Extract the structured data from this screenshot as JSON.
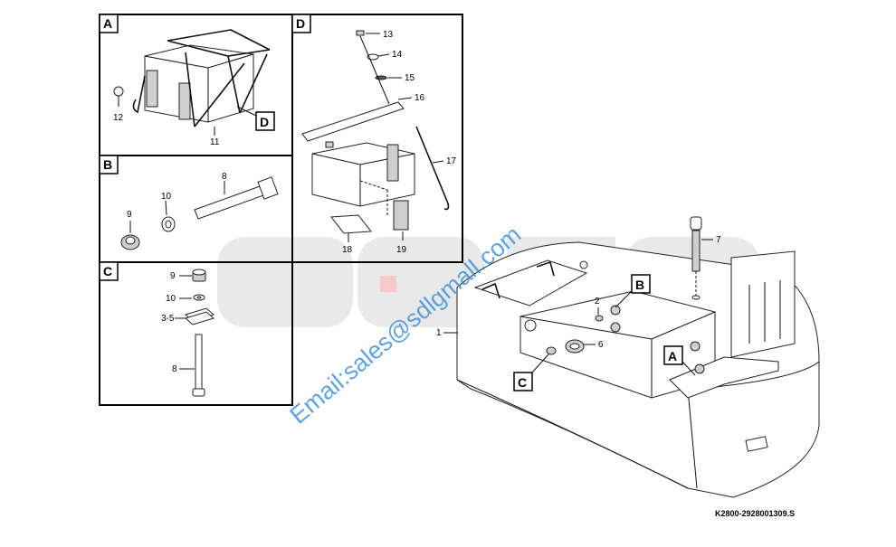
{
  "panels": {
    "A": {
      "letter": "A",
      "callouts": [
        "12",
        "11"
      ],
      "ref_letter": "D"
    },
    "B": {
      "letter": "B",
      "callouts": [
        "8",
        "9",
        "10"
      ]
    },
    "C": {
      "letter": "C",
      "callouts": [
        "9",
        "10",
        "3-5",
        "8"
      ]
    },
    "D": {
      "letter": "D",
      "callouts": [
        "13",
        "14",
        "15",
        "16",
        "17",
        "18",
        "19"
      ]
    }
  },
  "main": {
    "callouts": [
      "1",
      "2",
      "6",
      "7"
    ],
    "ref_letters": [
      "A",
      "B",
      "C"
    ]
  },
  "watermark": {
    "logo_text": "SDLG",
    "email": "Email:sales@sdlgmall.com"
  },
  "drawing_code": "K2800-2928001309.S",
  "colors": {
    "watermark_logo": "#d0d0d0",
    "watermark_email": "#3a8fd6"
  }
}
